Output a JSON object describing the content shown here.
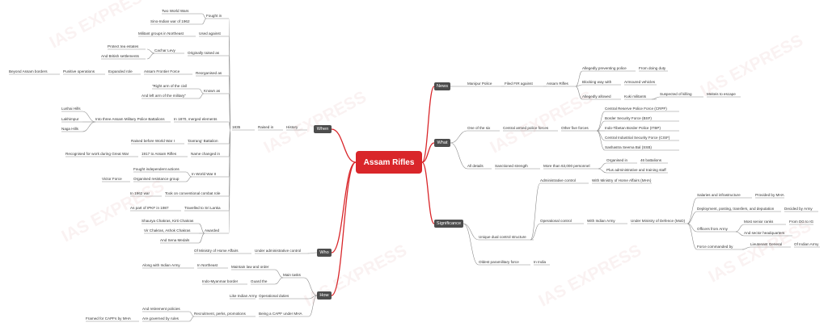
{
  "title": "Assam Rifles",
  "watermark": "IAS EXPRESS",
  "colors": {
    "accent": "#d9262a",
    "category": "#4d4d4d",
    "line": "#8c8c8c"
  },
  "categories": {
    "news": "News",
    "what": "What",
    "significance": "Significance",
    "when": "When",
    "who": "Who",
    "how": "How"
  },
  "news": {
    "manipur_police": "Manipur Police",
    "filed_fir": "Filed FIR against",
    "assam_rifles": "Assam Rifles",
    "allegedly_preventing": "Allegedly preventing police",
    "from_doing_duty": "From doing duty",
    "blocking_way": "Blocking way with",
    "armoured_vehicles": "Armoured vehicles",
    "allegedly_allowed": "Allegedly allowed",
    "kuki_militants": "Kuki militants",
    "suspected_killing": "Suspected of killing",
    "meiteis_escape": "Meiteis to escape"
  },
  "what": {
    "one_of_six": "One of the six",
    "capf": "Central armed police forces",
    "other_five": "Other five forces",
    "forces": [
      "Central Reserve Police Force (CRPF)",
      "Border Security Force (BSF)",
      "Indo-Tibetan Border Police (ITBP)",
      "Central Industrial Security Force (CISF)",
      "Sashastra Seema Bal (SSB)"
    ],
    "all_details": "All details",
    "sanctioned_strength": "Sanctioned strength",
    "personnel": "More than 63,000 personnel",
    "organised_in": "Organised in",
    "battalions": "46 battalions",
    "plus_admin": "Plus administrative and training staff"
  },
  "significance": {
    "dual_control": "Unique dual control structure",
    "admin_control": "Administrative control",
    "with_mha": "With Ministry of Home Affairs (MHA)",
    "operational_control": "Operational control",
    "with_army": "With Indian Army",
    "under_mod": "Under Ministry of Defence (MoD)",
    "salaries": "Salaries and infrastructure",
    "provided_mha": "Provided by MHA",
    "deployment": "Deployment, posting, transfers, and deputation",
    "decided_army": "Decided by Army",
    "officers_from_army": "Officers from Army",
    "most_senior_ranks": "Most senior ranks",
    "from_dg_ig": "From DG to IG",
    "sector_hq": "And sector headquarters",
    "force_commanded": "Force commanded by",
    "lt_general": "Lieutenant General",
    "of_indian_army": "Of Indian Army",
    "oldest": "Oldest paramilitary force",
    "in_india": "In India"
  },
  "when": {
    "history": "History",
    "raised_in": "Raised in",
    "year_1835": "1835",
    "fought_in": "Fought in",
    "two_world_wars": "Two World Wars",
    "sino_indian": "Sino-Indian war of 1962",
    "used_against": "Used against",
    "militant_groups": "Militant groups in Northeast",
    "originally_raised": "Originally raised as",
    "cachar_levy": "Cachar Levy",
    "protect_tea": "Protect tea estates",
    "british_settlements": "And British settlements",
    "reorganised_as": "Reorganised as",
    "assam_frontier_force": "Assam Frontier Force",
    "expanded_role": "Expanded role",
    "punitive_operations": "Punitive operations",
    "beyond_borders": "Beyond Assam borders",
    "known_as": "Known as",
    "right_arm": "\"Right arm of the civil",
    "left_arm": "And left arm of the military\"",
    "in_1870": "In 1870, merged elements",
    "into_three": "Into three Assam Military Police Battalions",
    "lushai_hills": "Lushai Hills",
    "lakhimpur": "Lakhimpur",
    "naga_hills": "Naga Hills",
    "raised_ww1": "Raised before World War I",
    "darrang": "'Darrang' Battalion",
    "name_changed": "Name changed in",
    "year_1917": "1917 to Assam Rifles",
    "recognised_great_war": "Recognised for work during Great War",
    "in_ww2": "In World War II",
    "fought_actions": "Fought independent actions",
    "organised_resistance": "Organised resistance group",
    "victor_force": "Victor Force",
    "took_on_role": "Took on conventional combat role",
    "in_1962": "In 1962 war",
    "travelled_sl": "Travelled to Sri Lanka",
    "ipkf": "As part of IPKF in 1987",
    "awarded": "Awarded",
    "shaurya": "Shaurya Chakras, Kirti Chakras",
    "vir_chakras": "Vir Chakras, Ashok Chakras",
    "sena_medals": "And Sena Medals"
  },
  "who": {
    "under_admin": "Under administrative control",
    "of_mha": "Of Ministry of Home Affairs"
  },
  "how": {
    "main_tasks": "Main tasks",
    "maintain_law": "Maintain law and order",
    "in_northeast": "In Northeast",
    "along_army": "Along with Indian Army",
    "guard_the": "Guard the",
    "indo_myanmar": "Indo-Myanmar border",
    "operational_duties": "Operational duties",
    "like_army": "Like Indian Army",
    "being_capf": "Being a CAPF under MHA",
    "recruitment": "Recruitment, perks, promotions",
    "retirement": "And retirement policies",
    "governed_by": "Are governed by rules",
    "framed_for": "Framed for CAPFs by MHA"
  }
}
